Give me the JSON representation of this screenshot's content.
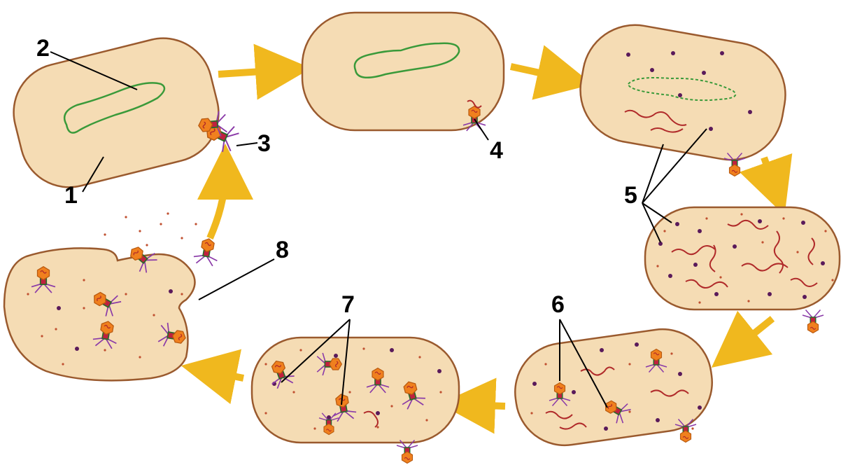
{
  "labels": {
    "l1": "1",
    "l2": "2",
    "l3": "3",
    "l4": "4",
    "l5": "5",
    "l6": "6",
    "l7": "7",
    "l8": "8"
  },
  "colors": {
    "cell_fill": "#f5dcb4",
    "cell_stroke": "#9a5a2e",
    "dna": "#3a9a3a",
    "phage_dna": "#b02a2a",
    "protein_dot": "#5a1a5a",
    "arrow": "#f0b81e",
    "phage_head": "#f0801e",
    "phage_tail": "#c02040",
    "phage_fibers": "#8a3aa8",
    "leader_line": "#000000"
  },
  "icons": {
    "phage": "bacteriophage-icon",
    "arrow": "arrow-right-icon"
  }
}
